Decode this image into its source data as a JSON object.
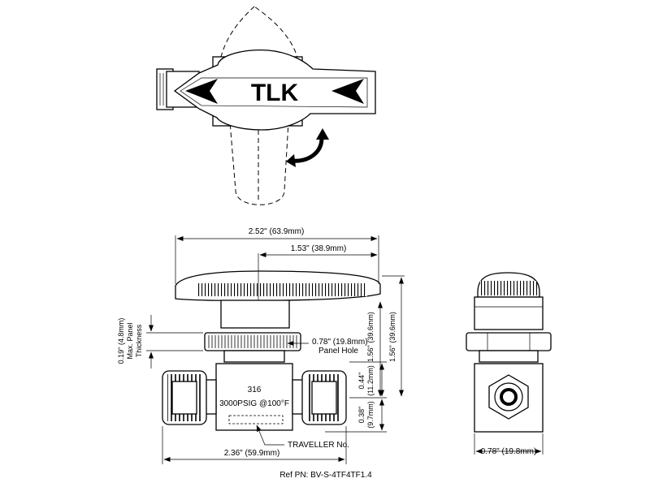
{
  "brand": {
    "logo_text": "TLK"
  },
  "body_marking": {
    "material": "316",
    "rating": "3000PSIG @100°F"
  },
  "dimensions": {
    "overall_width": "2.52\" (63.9mm)",
    "handle_offset": "1.53\" (38.9mm)",
    "panel_thickness": [
      "0.19\" (4.8mm)",
      "Max. Panel",
      "Thickness"
    ],
    "panel_hole": [
      "0.78\" (19.8mm)",
      "Panel Hole"
    ],
    "height_to_panel": "1.56\" (39.6mm)",
    "overall_height": "1.56\" (39.6mm)",
    "centerline_upper": [
      "0.44\"",
      "(11.2mm)"
    ],
    "centerline_lower": [
      "0.38\"",
      "(9.7mm)"
    ],
    "end_to_end": "2.36\" (59.9mm)",
    "side_width": "0.78\" (19.8mm)"
  },
  "labels": {
    "traveller": "TRAVELLER No."
  },
  "reference": "Ref PN: BV-S-4TF4TF1.4"
}
